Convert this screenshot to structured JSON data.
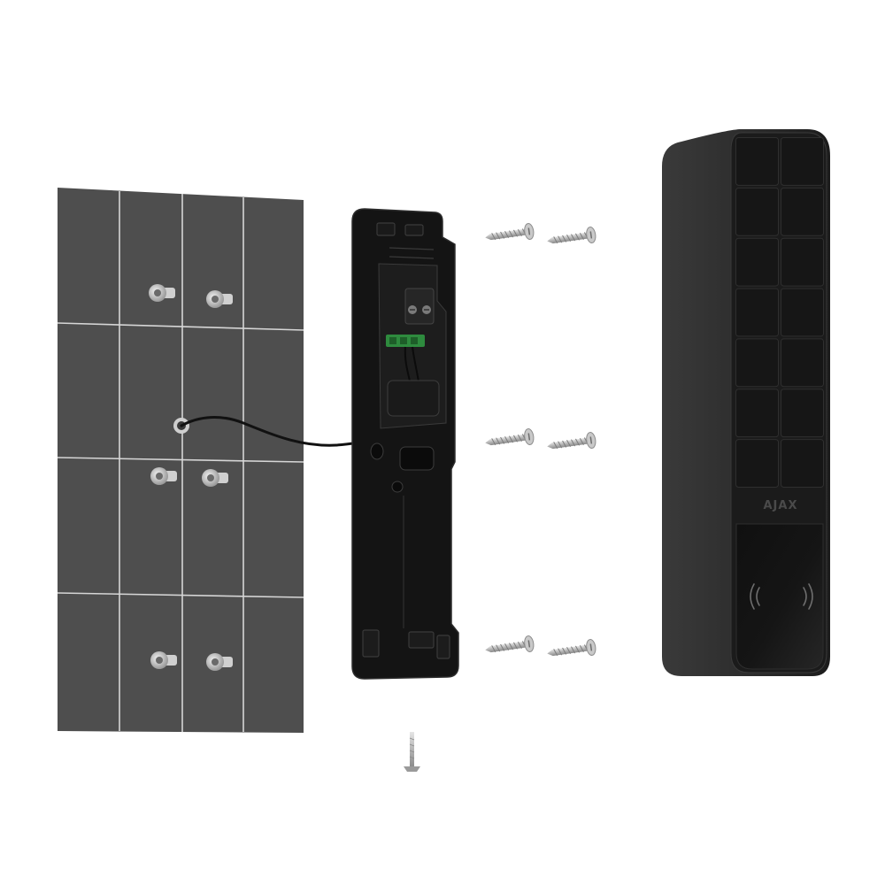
{
  "diagram": {
    "background": "#ffffff",
    "wall": {
      "fill": "#4e4e4e",
      "grout": "#d9d9d9",
      "tile_columns": 4,
      "tile_rows": 4,
      "anchors": 6,
      "cable_hole": true
    },
    "mounting_panel": {
      "fill": "#141414",
      "edge": "#2b2b2b",
      "terminal_color": "#2e8b3e"
    },
    "keypad": {
      "body_fill": "#2a2a2a",
      "face_fill": "#181818",
      "logo": "AJAX",
      "key_rows": 7,
      "key_columns": 2,
      "contactless_symbol": "((•))"
    },
    "cable": {
      "color": "#111111"
    },
    "screws": {
      "color": "#b8b8b8",
      "pairs": 3,
      "holding_screw": true
    }
  }
}
